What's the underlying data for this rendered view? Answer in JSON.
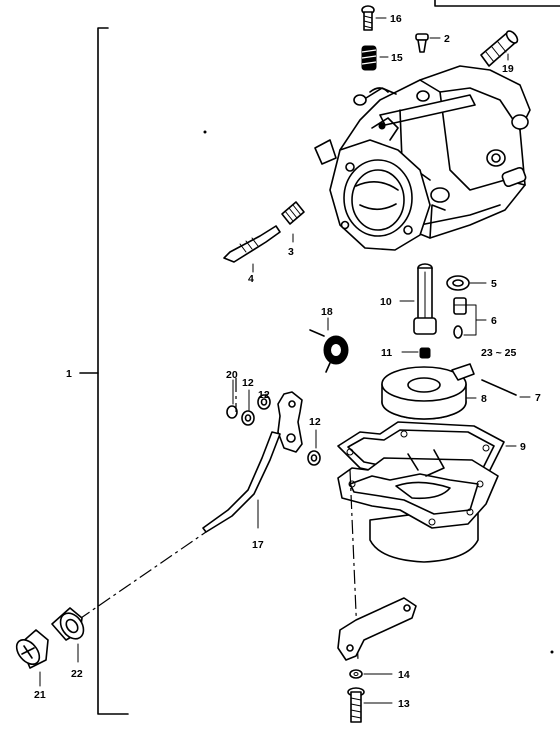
{
  "diagram": {
    "callouts": {
      "p1": "1",
      "p2": "2",
      "p3": "3",
      "p4": "4",
      "p5": "5",
      "p6": "6",
      "p7": "7",
      "p8": "8",
      "p9": "9",
      "p10": "10",
      "p11": "11",
      "p12a": "12",
      "p12b": "12",
      "p12c": "12",
      "p13": "13",
      "p14": "14",
      "p15": "15",
      "p16": "16",
      "p17": "17",
      "p18": "18",
      "p19": "19",
      "p20": "20",
      "p21": "21",
      "p22": "22",
      "p23_25": "23 ~ 25"
    }
  }
}
